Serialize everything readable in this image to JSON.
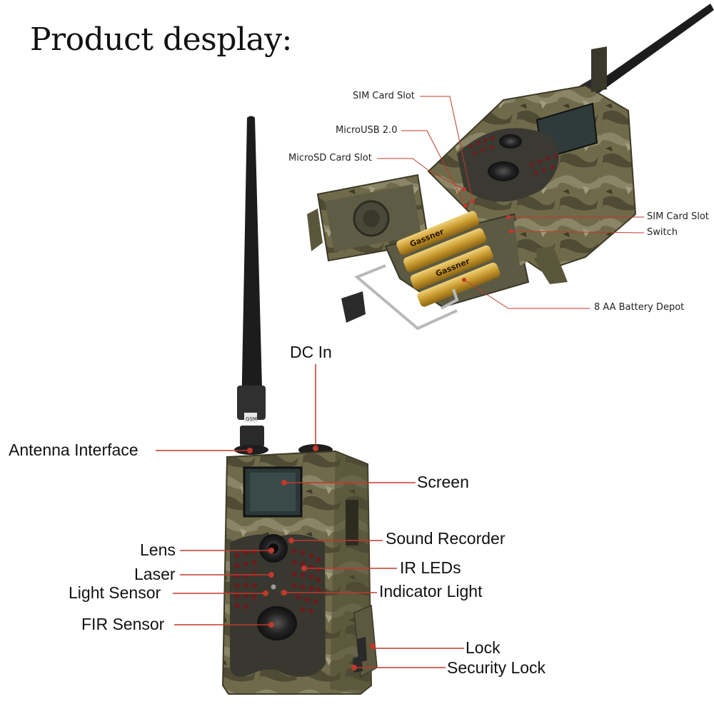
{
  "title": "Product desplay:",
  "top_callouts": {
    "sim_card_slot_left": "SIM Card Slot",
    "microusb": "MicroUSB 2.0",
    "microsd_slot": "MicroSD Card Slot",
    "sim_card_slot_right": "SIM Card Slot",
    "switch": "Switch",
    "battery_depot": "8 AA Battery Depot"
  },
  "front_callouts": {
    "dc_in": "DC In",
    "antenna_interface": "Antenna Interface",
    "screen": "Screen",
    "lens": "Lens",
    "sound_recorder": "Sound Recorder",
    "laser": "Laser",
    "ir_leds": "IR LEDs",
    "light_sensor": "Light Sensor",
    "indicator_light": "Indicator Light",
    "fir_sensor": "FIR Sensor",
    "lock": "Lock",
    "security_lock": "Security Lock"
  },
  "device_labels": {
    "battery_brand": "Gassner",
    "antenna_tag": "GSM"
  },
  "colors": {
    "callout_line": "#c0392b",
    "camo_base": "#6f6a4a",
    "camo_light": "#9a9576",
    "camo_dark": "#4a4631"
  }
}
